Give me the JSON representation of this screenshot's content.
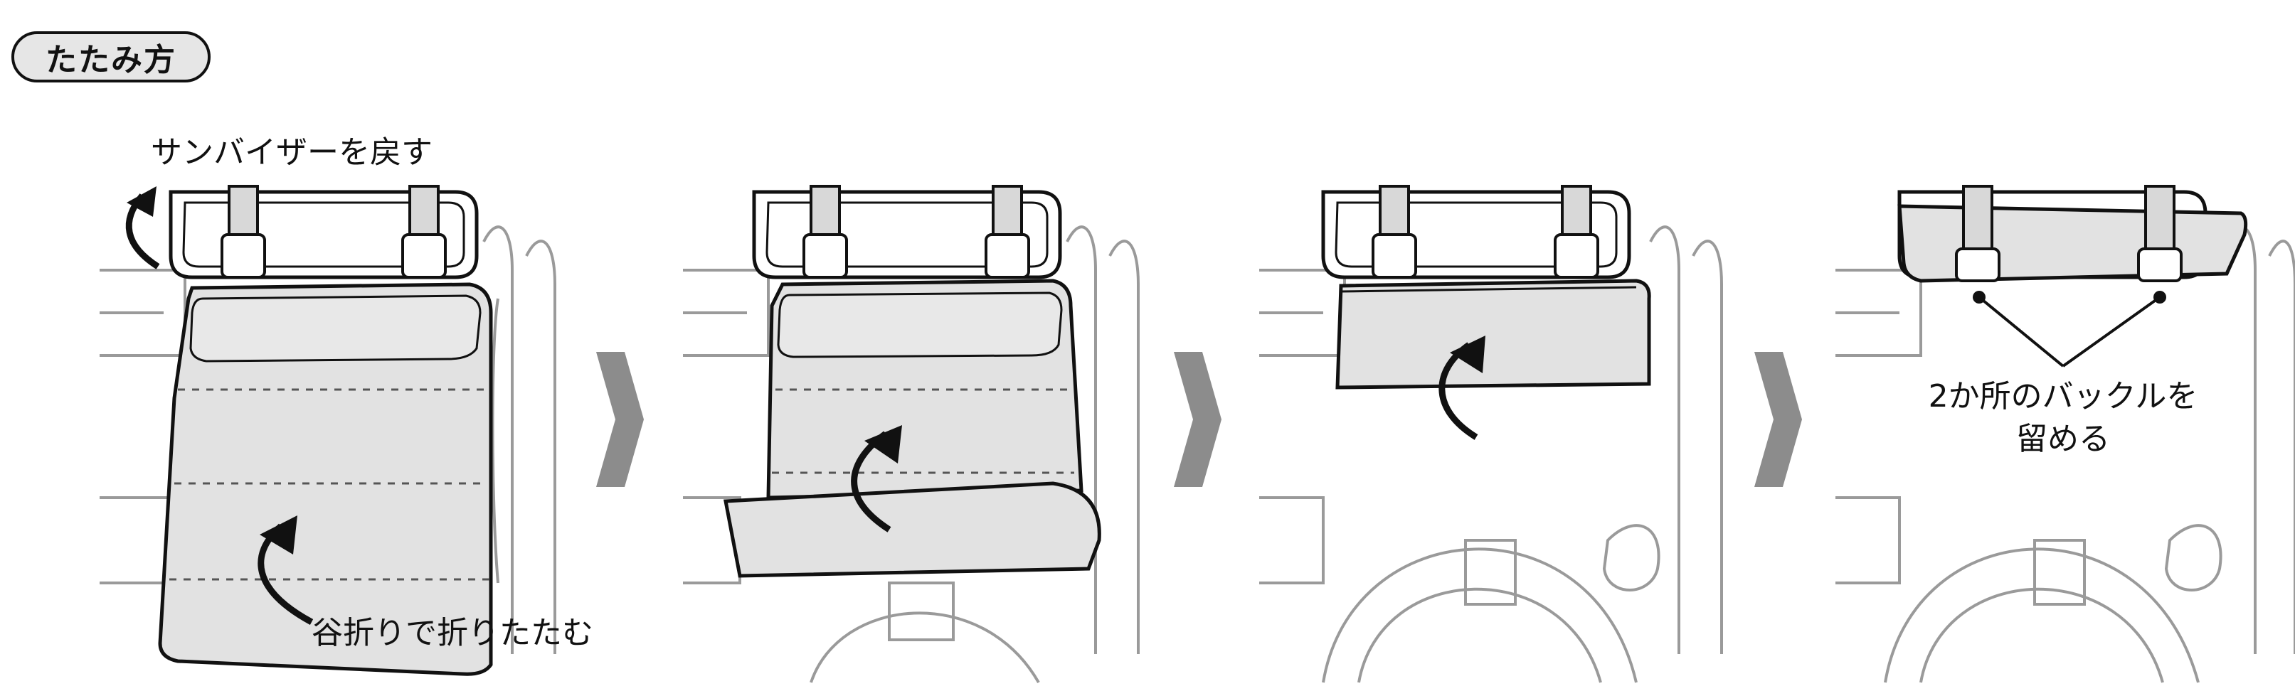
{
  "title": "たたみ方",
  "steps": [
    {
      "caption_top": "サンバイザーを戻す",
      "caption_bottom": "谷折りで折りたたむ"
    },
    {},
    {},
    {
      "caption": "2か所のバックルを\n留める",
      "caption_line1": "2か所のバックルを",
      "caption_line2": "留める"
    }
  ],
  "colors": {
    "panel": "#e2e2e2",
    "line": "#111111",
    "interior": "#9a9a9a",
    "step_arrow": "#8c8c8c"
  },
  "icons": [
    "curved-arrow-icon",
    "step-chevron-icon"
  ]
}
